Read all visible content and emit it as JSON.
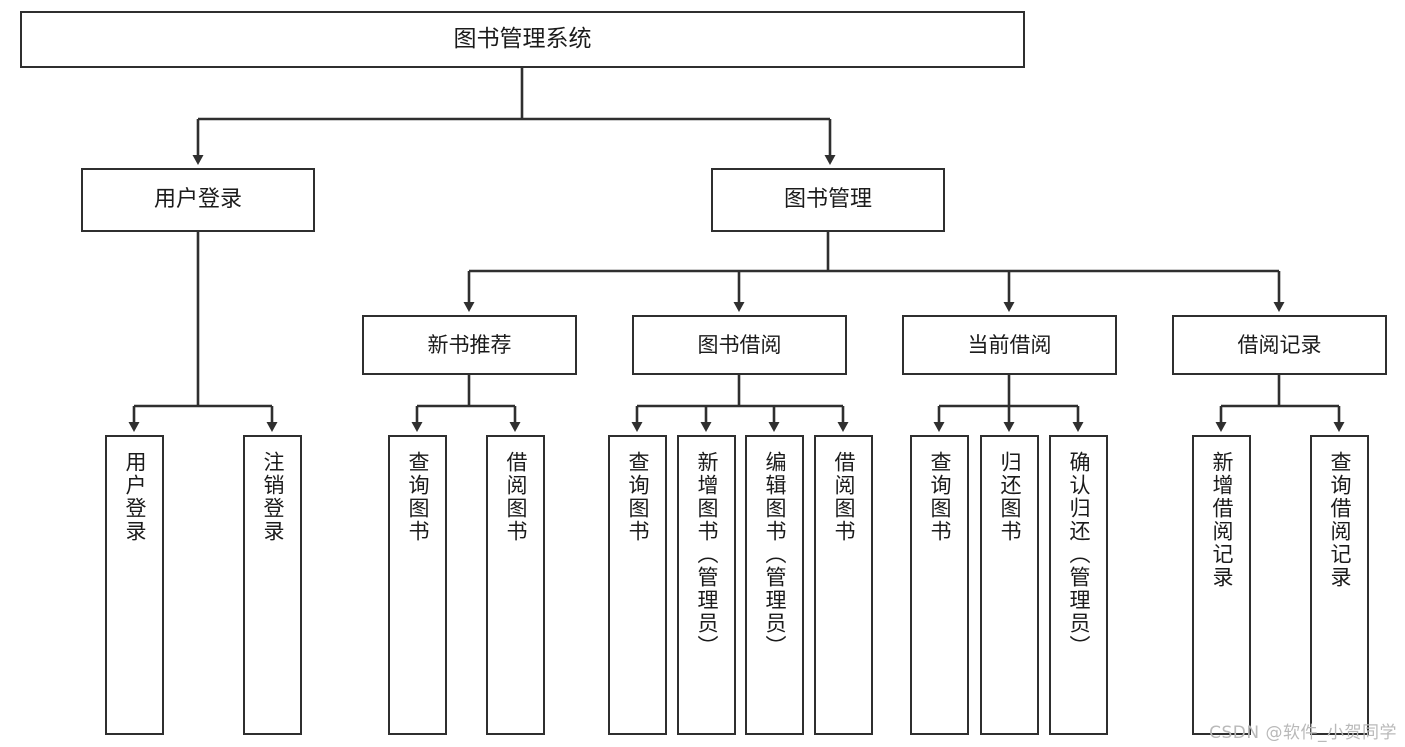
{
  "diagram": {
    "title": "图书管理系统",
    "type": "tree",
    "root": {
      "label": "图书管理系统"
    },
    "level1": [
      {
        "label": "用户登录"
      },
      {
        "label": "图书管理"
      }
    ],
    "level2": [
      {
        "label": "新书推荐"
      },
      {
        "label": "图书借阅"
      },
      {
        "label": "当前借阅"
      },
      {
        "label": "借阅记录"
      }
    ],
    "leaves": {
      "user_login": [
        {
          "label": "用户登录"
        },
        {
          "label": "注销登录"
        }
      ],
      "new_book_recommend": [
        {
          "label": "查询图书"
        },
        {
          "label": "借阅图书"
        }
      ],
      "book_borrow": [
        {
          "label": "查询图书"
        },
        {
          "label": "新增图书（管理员）"
        },
        {
          "label": "编辑图书（管理员）"
        },
        {
          "label": "借阅图书"
        }
      ],
      "current_borrow": [
        {
          "label": "查询图书"
        },
        {
          "label": "归还图书"
        },
        {
          "label": "确认归还（管理员）"
        }
      ],
      "borrow_record": [
        {
          "label": "新增借阅记录"
        },
        {
          "label": "查询借阅记录"
        }
      ]
    }
  },
  "watermark": {
    "text": "CSDN @软件_小贺同学"
  },
  "colors": {
    "stroke": "#2f2f2f",
    "fill": "#ffffff",
    "text": "#1b1b1b",
    "watermark": "#b9b9b9"
  }
}
